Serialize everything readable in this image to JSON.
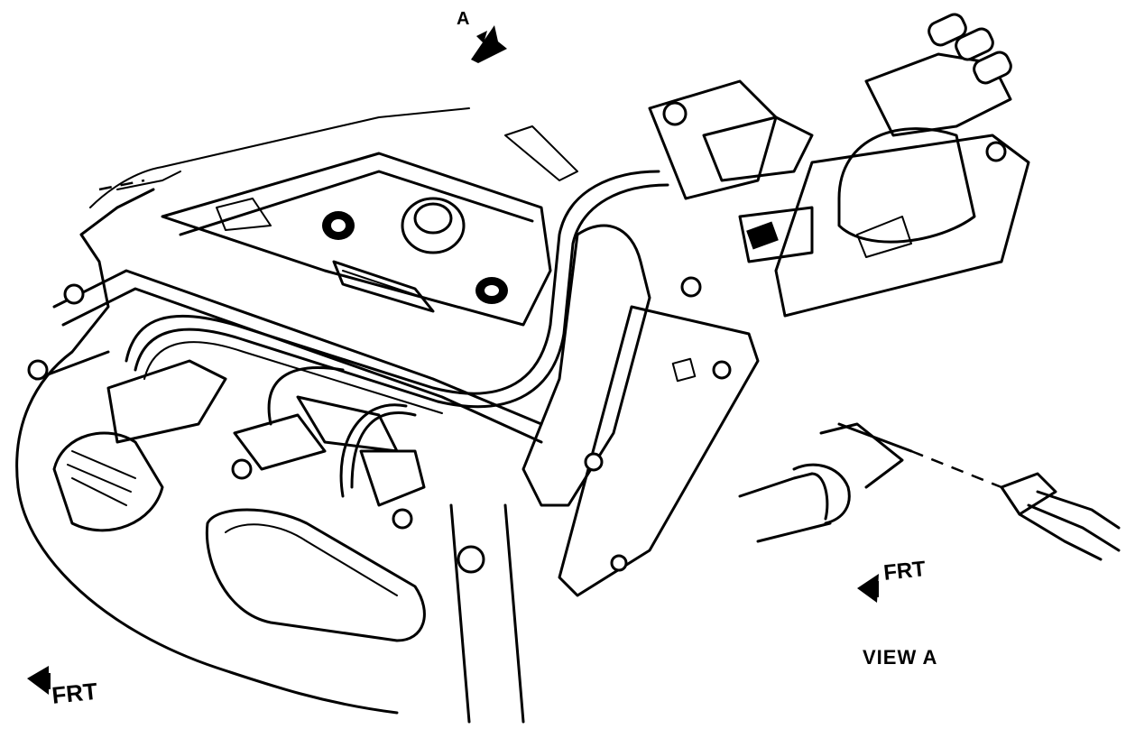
{
  "labels": {
    "callout": "A",
    "front_main": "FRT",
    "front_view": "FRT",
    "view_title": "VIEW A"
  },
  "icons": {
    "direction_arrow": "front-direction-arrow-icon",
    "callout_arrow": "view-callout-arrow-icon"
  },
  "colors": {
    "ink": "#000000",
    "paper": "#ffffff"
  }
}
